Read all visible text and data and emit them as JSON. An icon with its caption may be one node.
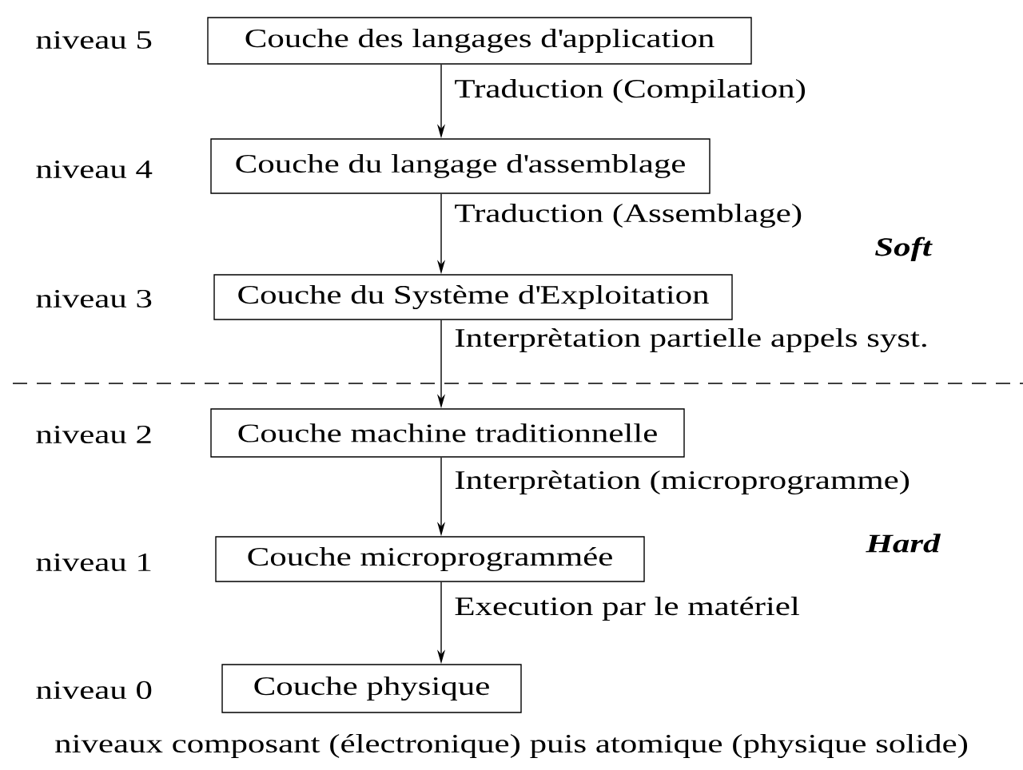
{
  "diagram": {
    "nodes": [
      {
        "text": [
          "Couche des langages d'application"
        ]
      },
      {
        "text": [
          "Couche du langage d'assemblage"
        ]
      },
      {
        "text": [
          "Couche du Système d'Exploitation"
        ]
      },
      {
        "text": [
          "Couche machine traditionnelle"
        ]
      },
      {
        "text": [
          "Couche microprogrammée"
        ]
      },
      {
        "text": [
          "Couche physique"
        ]
      }
    ],
    "edges": [
      {
        "from": 0,
        "to": 1,
        "arrow": "to",
        "label": "Traduction (Compilation)"
      },
      {
        "from": 1,
        "to": 2,
        "arrow": "to",
        "label": "Traduction (Assemblage)"
      },
      {
        "from": 2,
        "to": 3,
        "arrow": "to",
        "label": "Interprètation partielle appels syst."
      },
      {
        "from": 3,
        "to": 4,
        "arrow": "to",
        "label": "Interprètation (microprogramme)"
      },
      {
        "from": 4,
        "to": 5,
        "arrow": "to",
        "label": "Execution par le matériel"
      }
    ],
    "labels": [
      "niveau  5",
      "niveau 4",
      "Soft",
      "niveau  3",
      "niveau 2",
      "Hard",
      "niveau  1",
      "niveau 0",
      "niveaux composant (électronique) puis atomique (physique solide)"
    ]
  }
}
